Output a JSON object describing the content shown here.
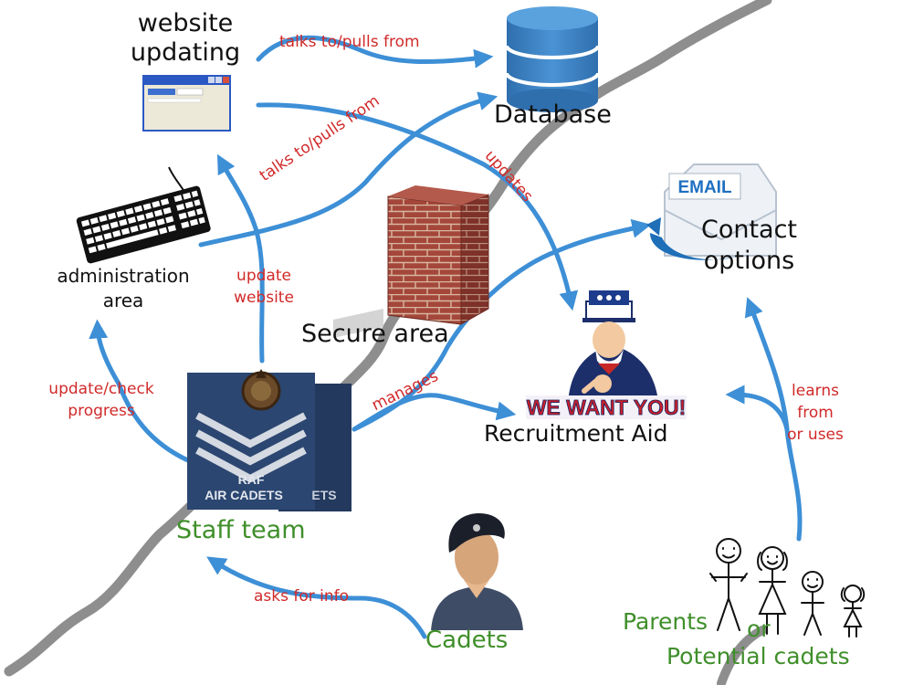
{
  "colors": {
    "arrow": "#3d8fd6",
    "edge_label": "#d12a2a",
    "node_green": "#3f8f2a",
    "node_black": "#111111",
    "boundary_line": "#8a8a8a",
    "brick": "#a8463a",
    "database": "#3f86c9"
  },
  "nodes": {
    "website_updating": {
      "line1": "website",
      "line2": "updating",
      "icon": "window-icon"
    },
    "database": {
      "label": "Database",
      "icon": "database-icon"
    },
    "administration_area": {
      "line1": "administration",
      "line2": "area",
      "icon": "keyboard-icon"
    },
    "contact_options": {
      "line1": "Contact",
      "line2": "options",
      "icon": "email-icon",
      "icon_text": "EMAIL"
    },
    "secure_area": {
      "label": "Secure area",
      "icon": "brick-wall-icon"
    },
    "recruitment_aid": {
      "label": "Recruitment Aid",
      "icon": "uncle-sam-icon",
      "banner": "WE WANT YOU!"
    },
    "staff_team": {
      "label": "Staff team",
      "icon": "raf-badge-icon",
      "badge_line1": "RAF",
      "badge_line2": "AIR CADETS",
      "badge_back": "ETS"
    },
    "cadets": {
      "label": "Cadets",
      "icon": "cadet-icon"
    },
    "parents": {
      "line1": "Parents",
      "line2": "or",
      "line3": "Potential cadets",
      "icon": "stick-family-icon"
    }
  },
  "edges": {
    "talks_top": "talks to/pulls from",
    "talks_admin": "talks to/pulls from",
    "updates": "updates",
    "update_website": {
      "line1": "update",
      "line2": "website"
    },
    "update_check": {
      "line1": "update/check",
      "line2": "progress"
    },
    "manages": "manages",
    "learns": {
      "line1": "learns",
      "line2": "from",
      "line3": "or uses"
    },
    "asks": "asks for info"
  }
}
